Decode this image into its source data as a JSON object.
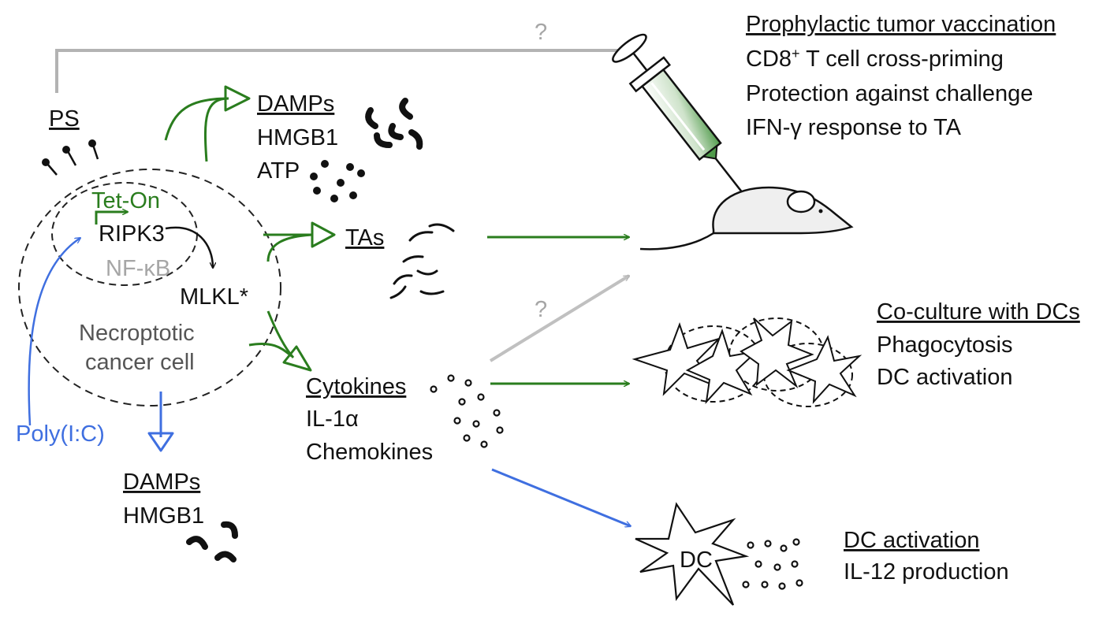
{
  "colors": {
    "green": "#2a7d1e",
    "blue": "#3f6fe0",
    "gray": "#b3b3b3",
    "black": "#111111",
    "syringe_fill": "#5fa65a"
  },
  "cell": {
    "ps_label": "PS",
    "tet_on": "Tet-On",
    "ripk3": "RIPK3",
    "nfkb": "NF-κB",
    "mlkl": "MLKL*",
    "name_line1": "Necroptotic",
    "name_line2": "cancer cell",
    "poly_ic": "Poly(I:C)"
  },
  "outputs": {
    "damps_top": {
      "title": "DAMPs",
      "line1": "HMGB1",
      "line2": "ATP"
    },
    "tas": {
      "title": "TAs"
    },
    "cytokines": {
      "title": "Cytokines",
      "line1": "IL-1α",
      "line2": "Chemokines"
    },
    "damps_bottom": {
      "title": "DAMPs",
      "line1": "HMGB1"
    }
  },
  "question_marks": {
    "top": "?",
    "middle": "?"
  },
  "vaccination": {
    "title": "Prophylactic tumor vaccination",
    "line1_main": "CD8",
    "line1_sup": "+",
    "line1_rest": " T cell cross-priming",
    "line2": "Protection against challenge",
    "line3": "IFN-γ response to TA"
  },
  "coculture": {
    "title": "Co-culture with DCs",
    "line1": "Phagocytosis",
    "line2": "DC activation"
  },
  "dc_activation": {
    "dc_label": "DC",
    "title": "DC activation",
    "line1": "IL-12 production"
  }
}
